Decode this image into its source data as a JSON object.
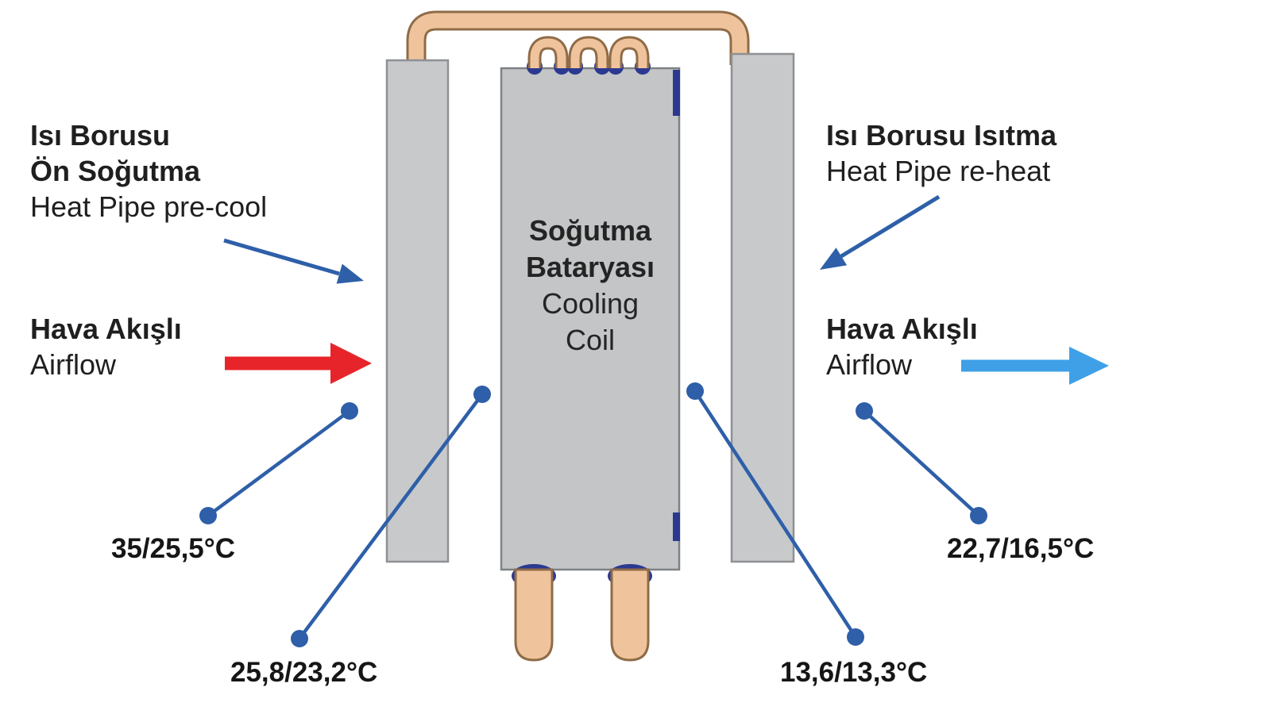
{
  "labels": {
    "precool": {
      "line1": "Isı Borusu",
      "line2": "Ön Soğutma",
      "line3": "Heat Pipe pre-cool"
    },
    "airflow_in": {
      "line1": "Hava Akışlı",
      "line2": "Airflow"
    },
    "reheat": {
      "line1": "Isı Borusu Isıtma",
      "line2": "Heat Pipe re-heat"
    },
    "airflow_out": {
      "line1": "Hava Akışlı",
      "line2": "Airflow"
    },
    "cooling_coil": {
      "line1": "Soğutma",
      "line2": "Bataryası",
      "line3": "Cooling",
      "line4": "Coil"
    }
  },
  "temperatures": {
    "inlet": "35/25,5°C",
    "after_precool": "25,8/23,2°C",
    "after_coil": "13,6/13,3°C",
    "outlet": "22,7/16,5°C"
  },
  "colors": {
    "callout_blue": "#2E5FA8",
    "airflow_in_red": "#E8242B",
    "airflow_out_blue": "#3FA0E8",
    "panel_gray": "#C7C9CB",
    "coil_gray": "#C3C5C7",
    "pipe_copper": "#EFC49C",
    "pipe_outline": "#8F6B47",
    "connector_navy": "#2B3990",
    "text_dark": "#1F1F1F"
  }
}
